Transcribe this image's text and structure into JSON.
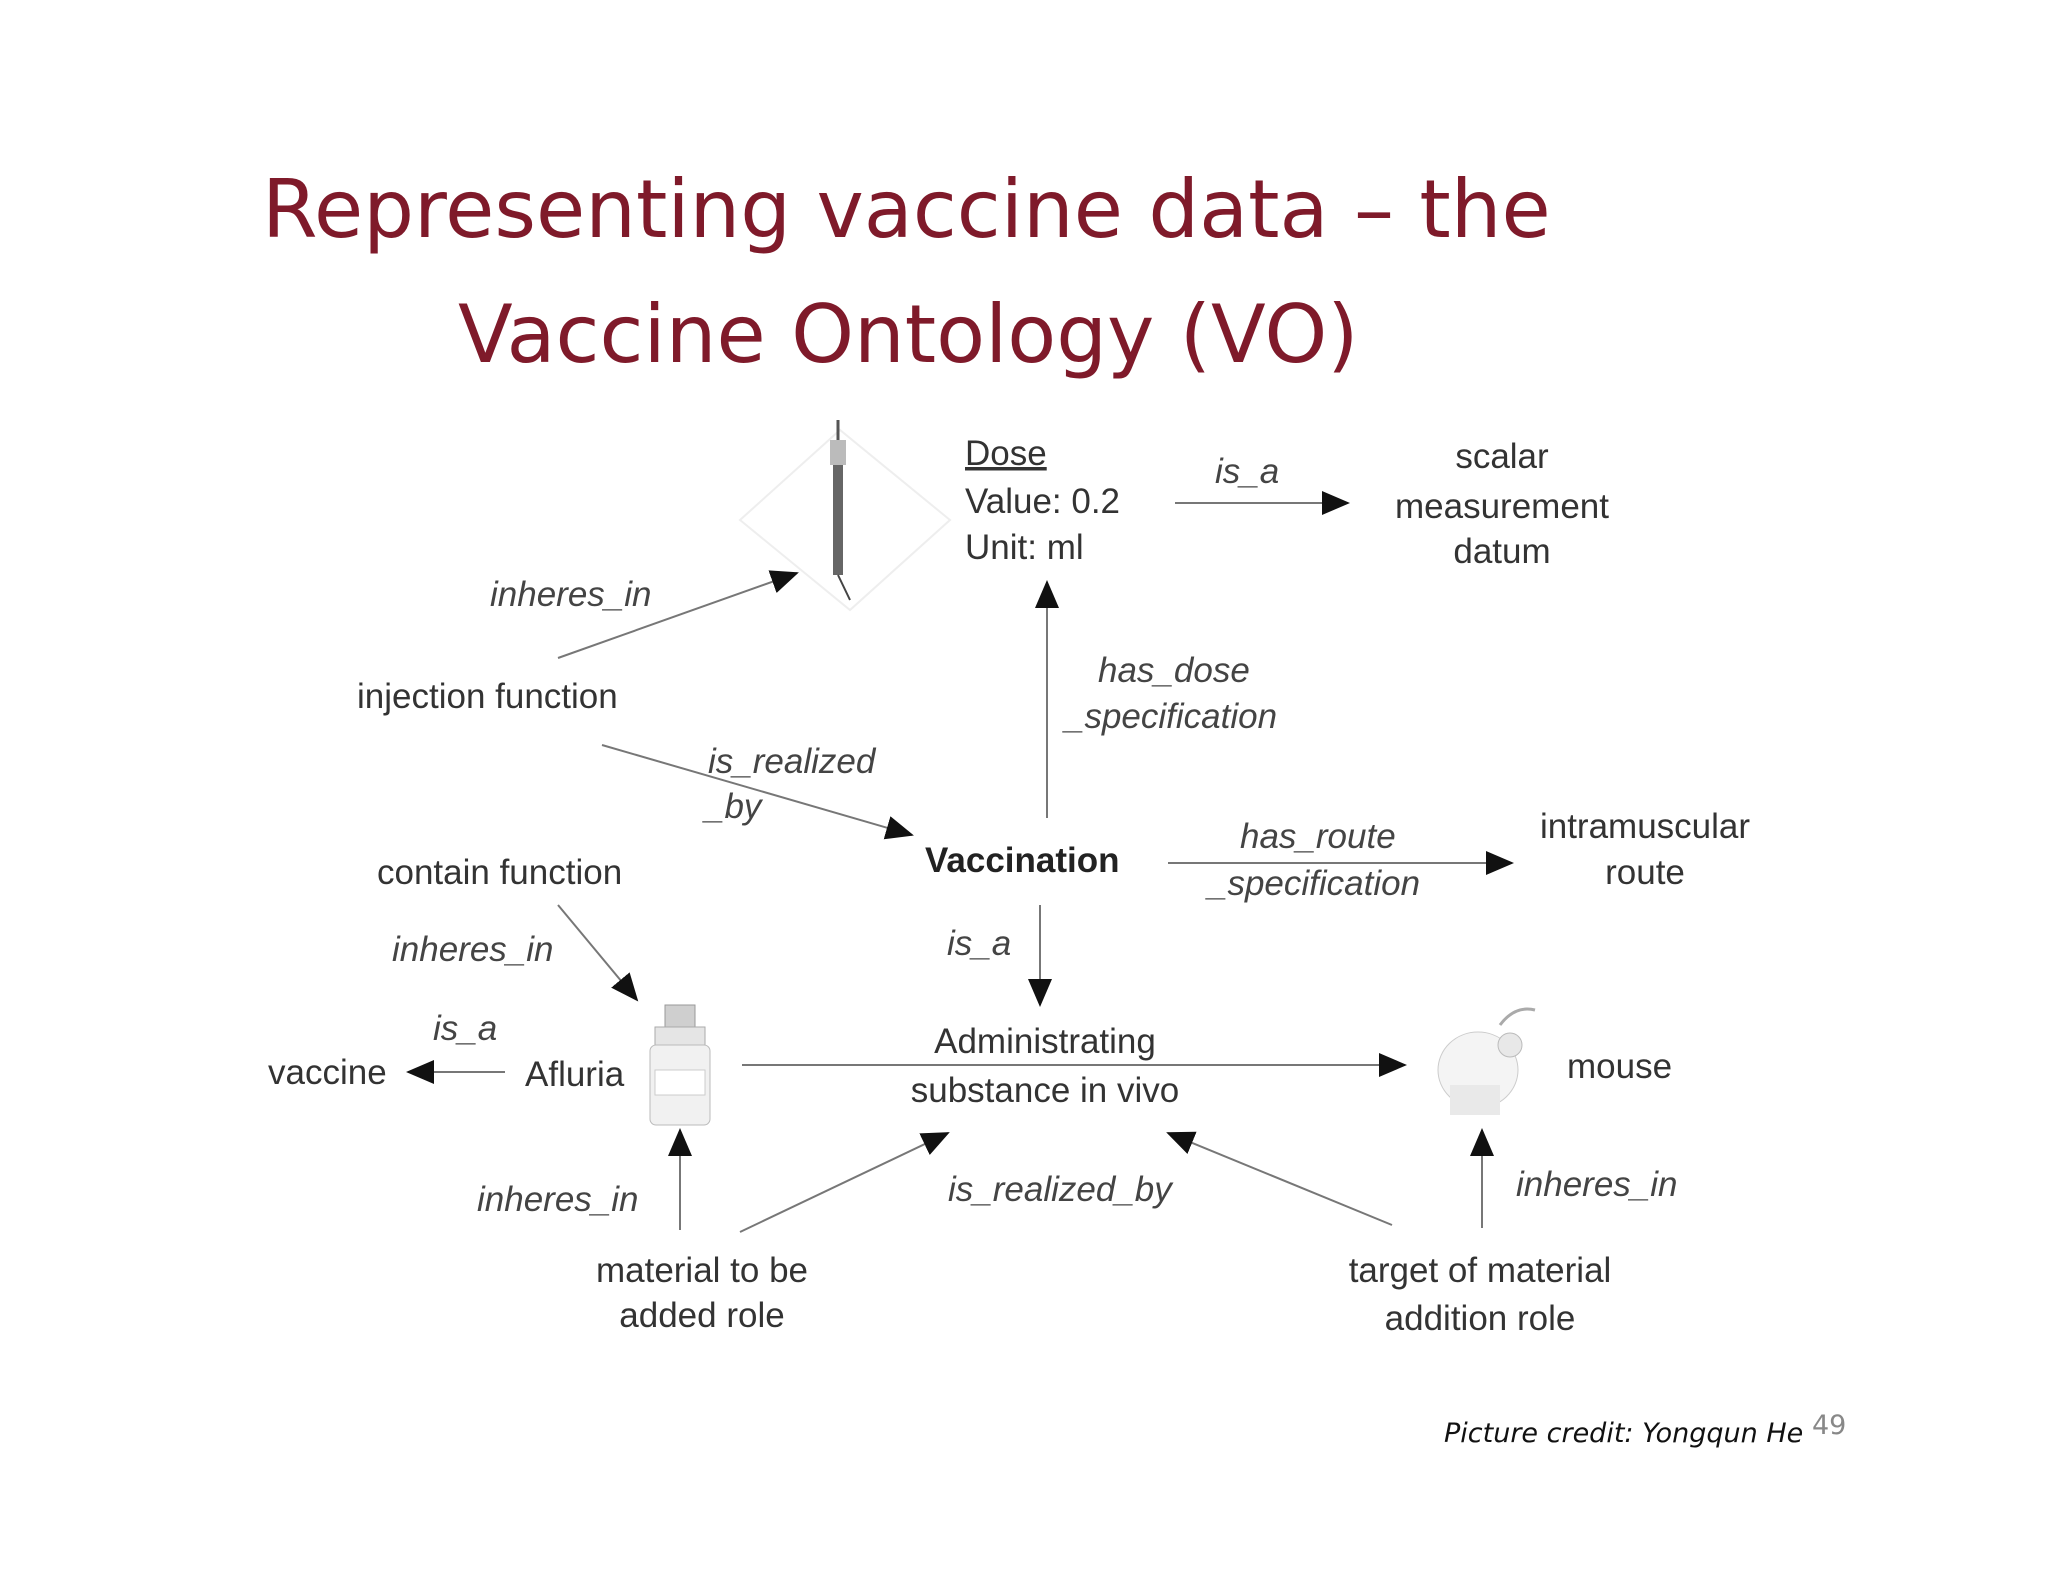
{
  "slide": {
    "title_line1": "Representing vaccine data – the",
    "title_line2": "Vaccine Ontology (VO)",
    "credit": "Picture credit: Yongqun He",
    "page_number": "49"
  },
  "diagram": {
    "nodes": {
      "dose_heading": "Dose",
      "dose_value": "Value: 0.2",
      "dose_unit": "Unit: ml",
      "scalar_1": "scalar",
      "scalar_2": "measurement",
      "scalar_3": "datum",
      "injection_function": "injection function",
      "vaccination": "Vaccination",
      "intramuscular_1": "intramuscular",
      "intramuscular_2": "route",
      "contain_function": "contain function",
      "vaccine": "vaccine",
      "afluria": "Afluria",
      "administrating_1": "Administrating",
      "administrating_2": "substance in vivo",
      "mouse": "mouse",
      "material_role_1": "material to be",
      "material_role_2": "added role",
      "target_role_1": "target of material",
      "target_role_2": "addition role"
    },
    "edges": {
      "dose_is_a": "is_a",
      "inheres_in_syringe": "inheres_in",
      "has_dose_1": "has_dose",
      "has_dose_2": "_specification",
      "is_realized_1": "is_realized",
      "is_realized_2": "_by",
      "has_route_1": "has_route",
      "has_route_2": "_specification",
      "inheres_in_vial": "inheres_in",
      "vaccination_is_a": "is_a",
      "afluria_is_a": "is_a",
      "inheres_in_material": "inheres_in",
      "is_realized_by": "is_realized_by",
      "inheres_in_mouse": "inheres_in"
    }
  }
}
